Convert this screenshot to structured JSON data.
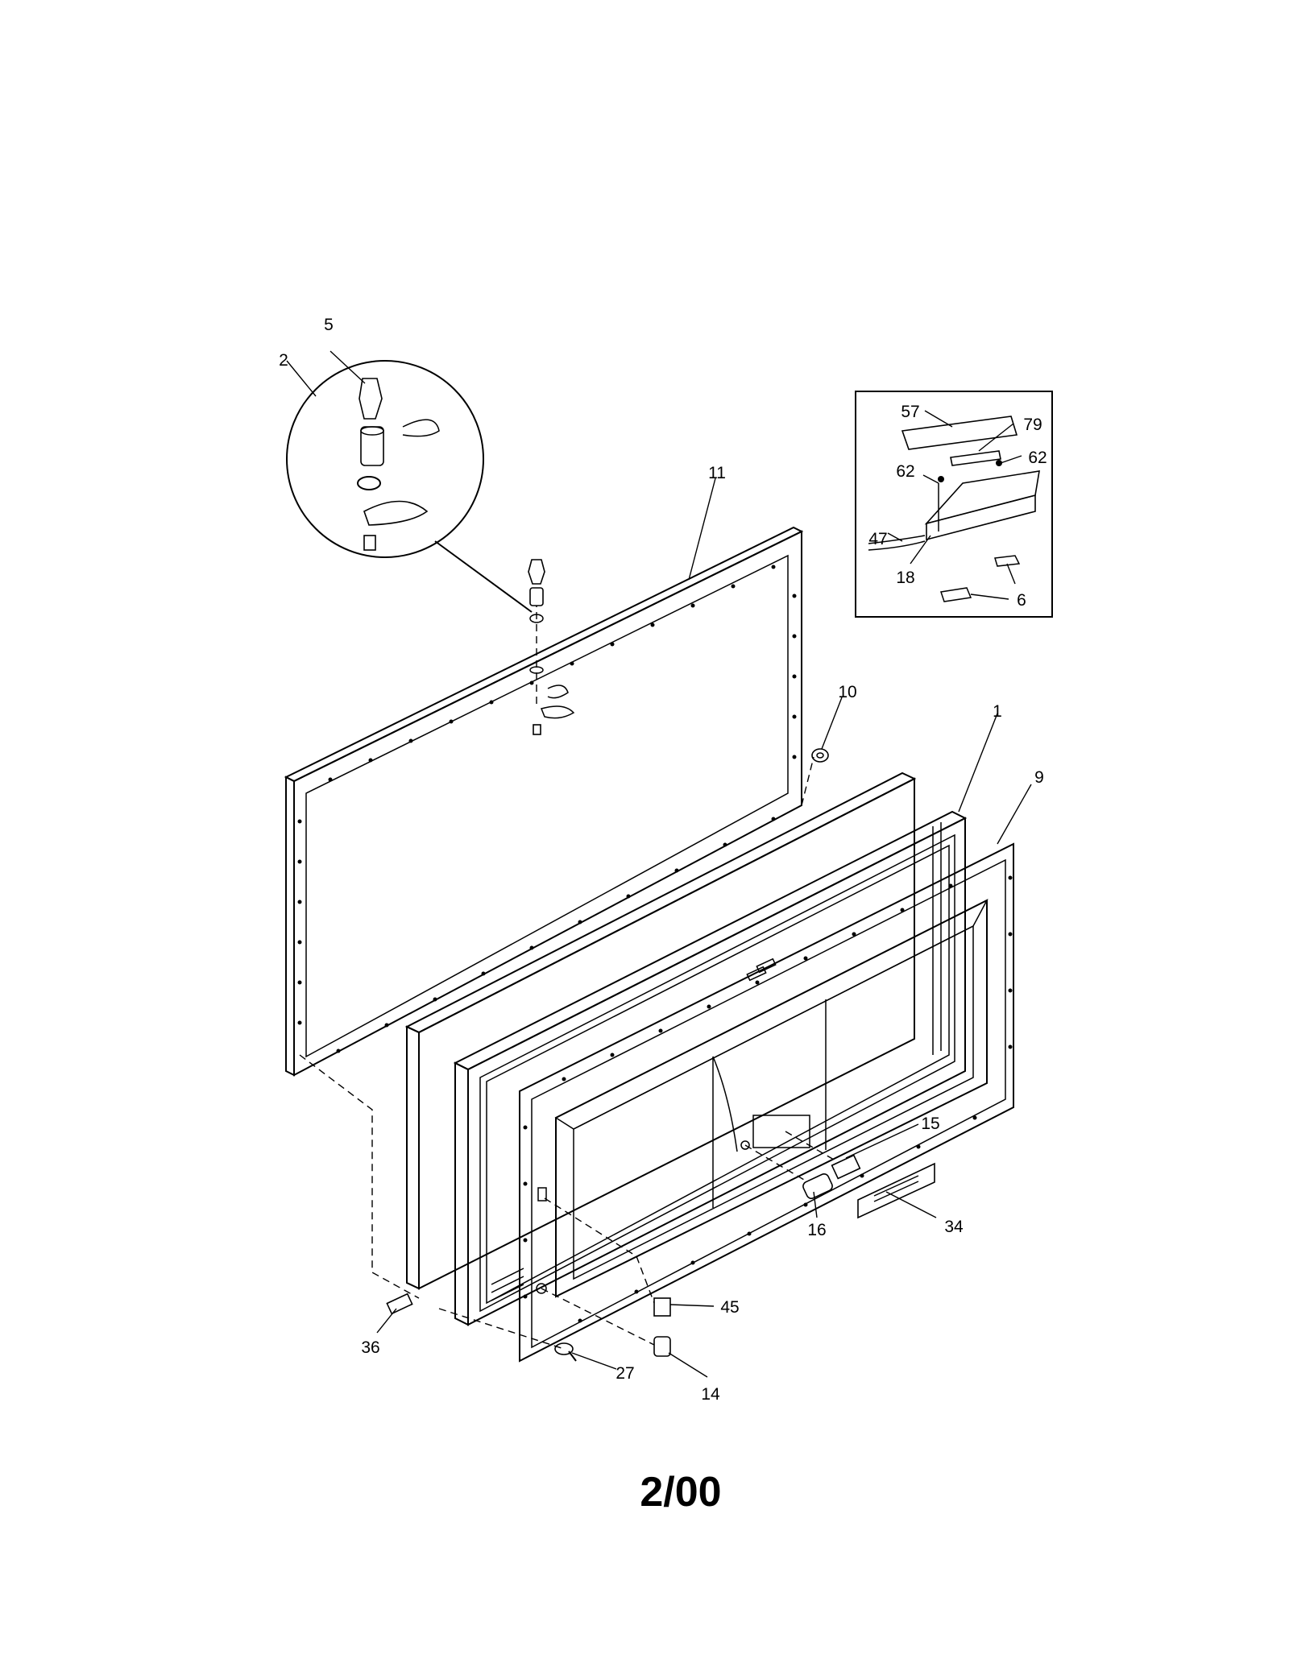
{
  "diagram": {
    "callouts": {
      "c1": "1",
      "c2": "2",
      "c5": "5",
      "c6": "6",
      "c9": "9",
      "c10": "10",
      "c11": "11",
      "c14": "14",
      "c15": "15",
      "c16": "16",
      "c18": "18",
      "c27": "27",
      "c34": "34",
      "c36": "36",
      "c45": "45",
      "c47": "47",
      "c57": "57",
      "c62a": "62",
      "c62b": "62",
      "c79": "79"
    },
    "date_code": "2/00"
  }
}
